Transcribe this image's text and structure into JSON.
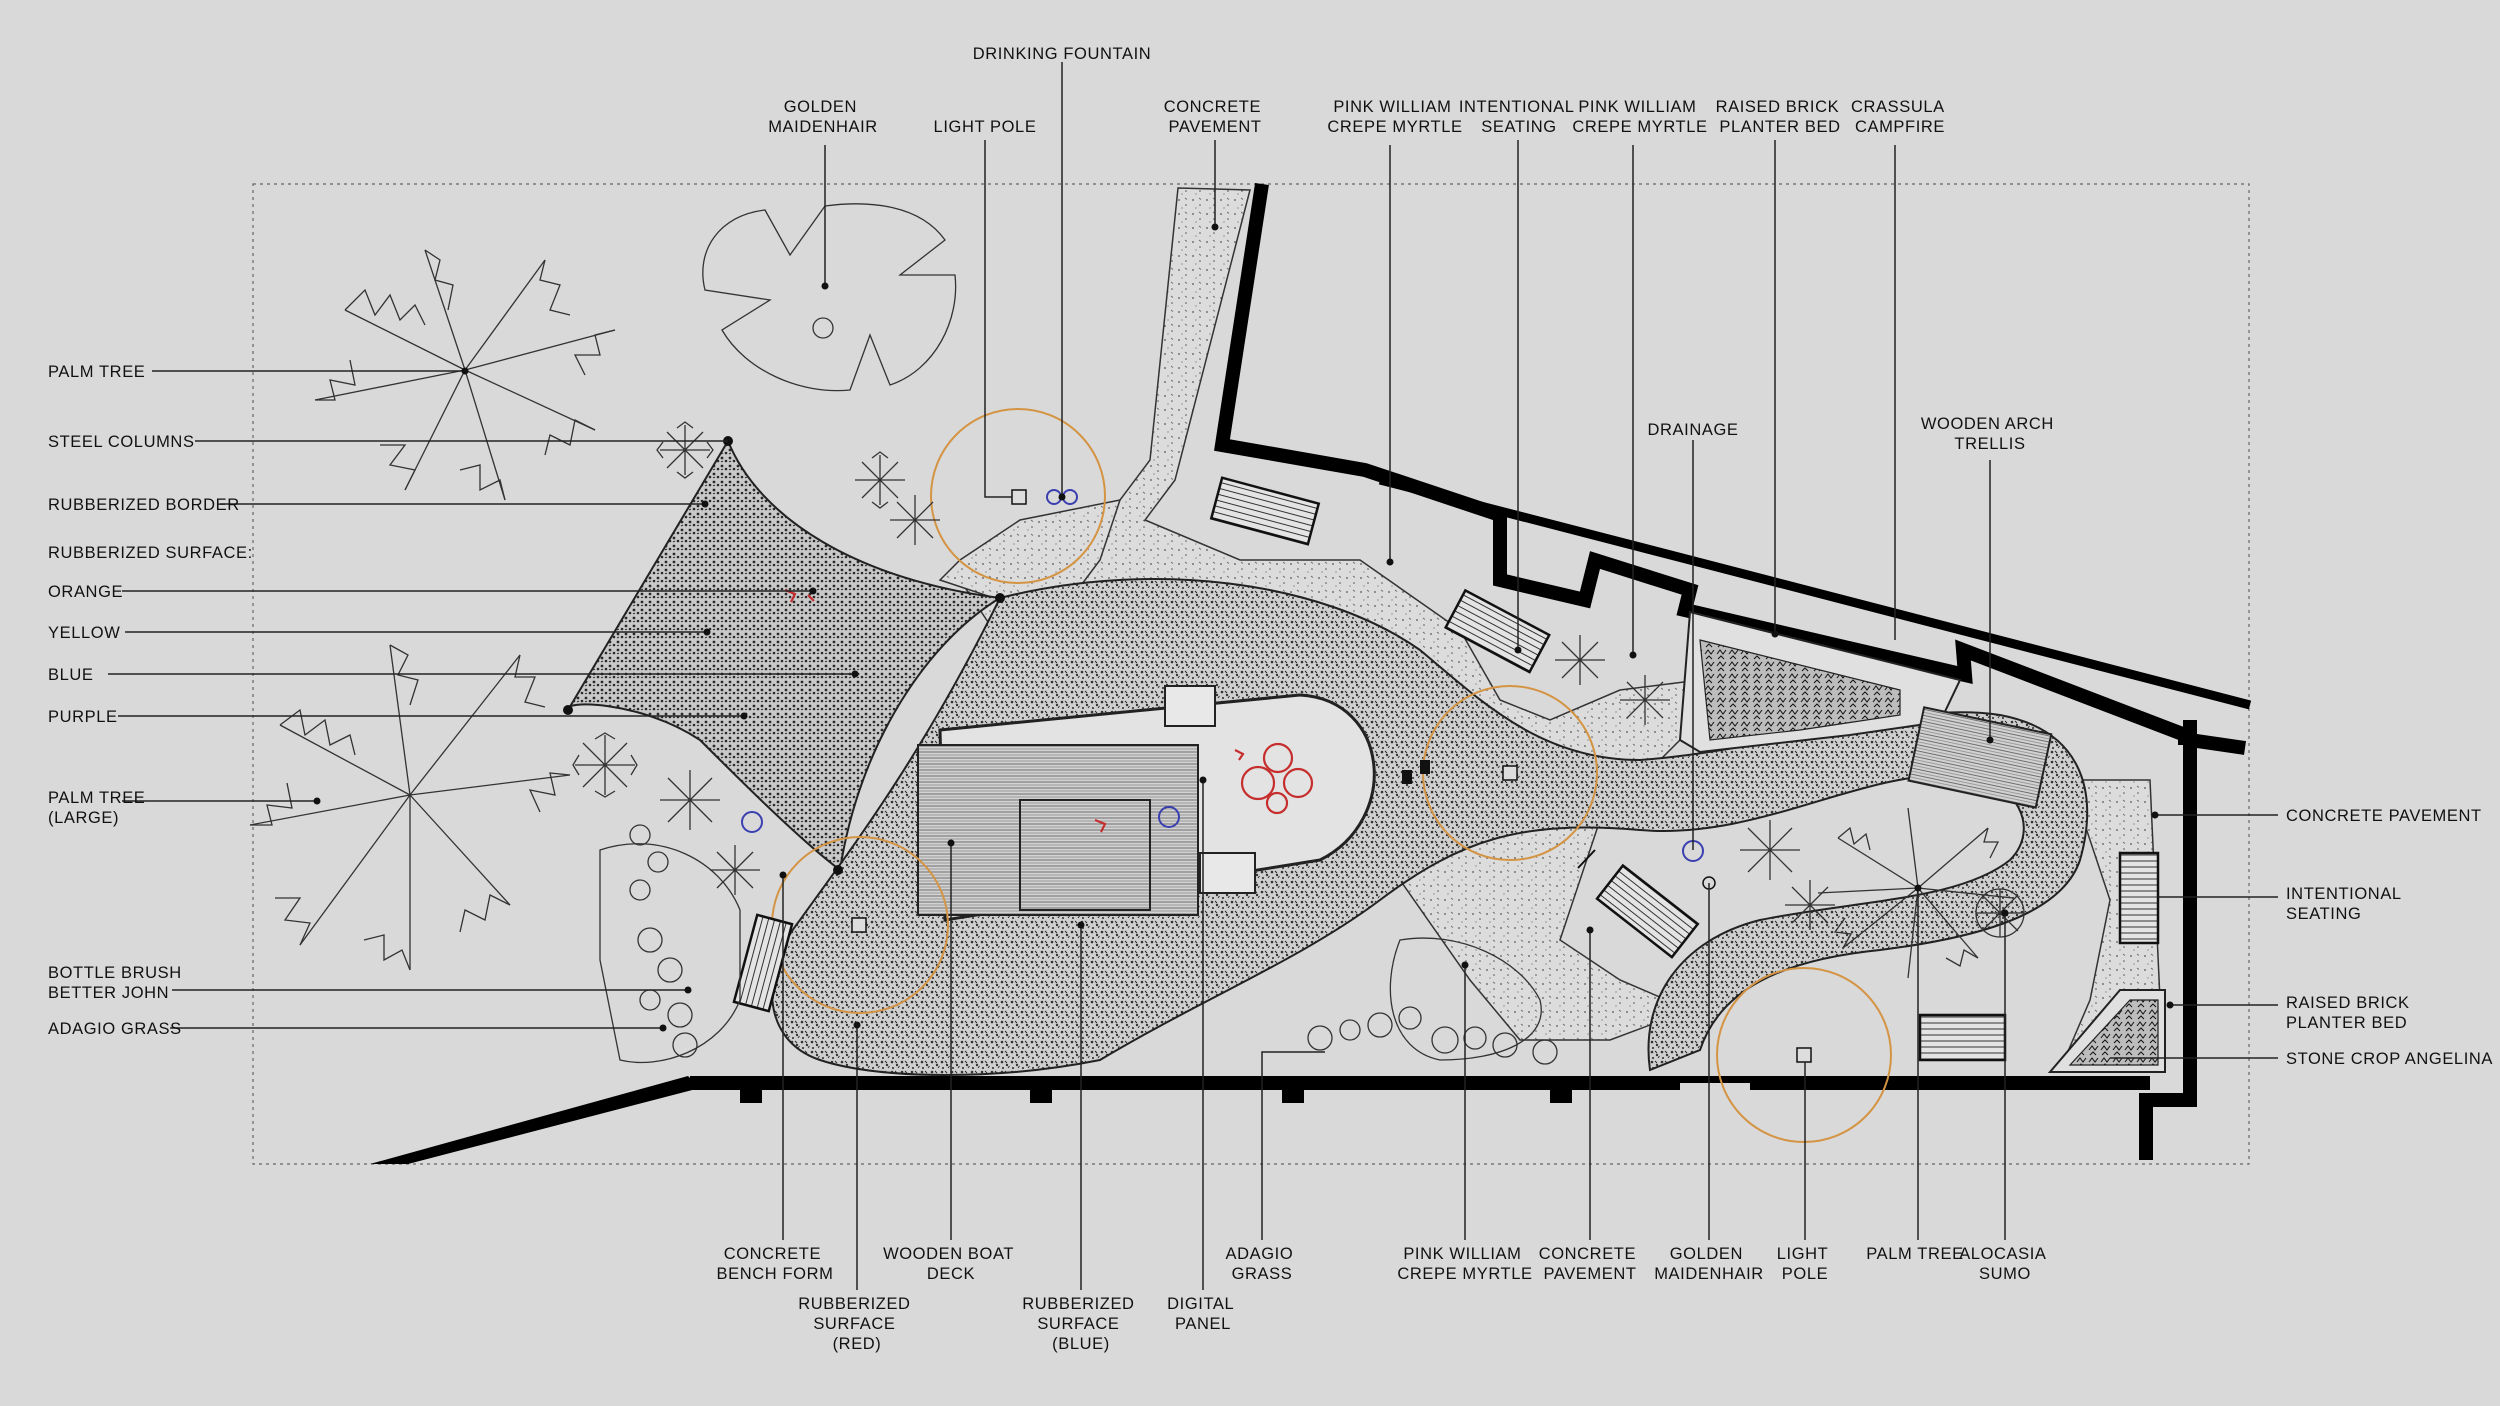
{
  "labels": {
    "drinking_fountain": "DRINKING FOUNTAIN",
    "golden_maidenhair_top": [
      "GOLDEN",
      "MAIDENHAIR"
    ],
    "light_pole_top": "LIGHT POLE",
    "concrete_pavement_top": [
      "CONCRETE",
      "PAVEMENT"
    ],
    "pink_william_1": [
      "PINK WILLIAM",
      "CREPE MYRTLE"
    ],
    "intentional_seating_top": [
      "INTENTIONAL",
      "SEATING"
    ],
    "pink_william_2": [
      "PINK WILLIAM",
      "CREPE MYRTLE"
    ],
    "raised_brick_top": [
      "RAISED BRICK",
      "PLANTER BED"
    ],
    "crassula": [
      "CRASSULA",
      "CAMPFIRE"
    ],
    "drainage": "DRAINAGE",
    "wooden_arch": [
      "WOODEN ARCH",
      "TRELLIS"
    ],
    "palm_tree_left": "PALM TREE",
    "steel_columns": "STEEL COLUMNS",
    "rubberized_border": "RUBBERIZED BORDER",
    "rubberized_surface": "RUBBERIZED SURFACE:",
    "orange": "ORANGE",
    "yellow": "YELLOW",
    "blue": "BLUE",
    "purple": "PURPLE",
    "palm_tree_large": [
      "PALM TREE",
      "(LARGE)"
    ],
    "bottle_brush": [
      "BOTTLE BRUSH",
      "BETTER JOHN"
    ],
    "adagio_grass_left": "ADAGIO GRASS",
    "concrete_pavement_right": "CONCRETE PAVEMENT",
    "intentional_seating_right": [
      "INTENTIONAL",
      "SEATING"
    ],
    "raised_brick_right": [
      "RAISED BRICK",
      "PLANTER BED"
    ],
    "stone_crop": "STONE CROP ANGELINA",
    "concrete_bench_form": [
      "CONCRETE",
      "BENCH FORM"
    ],
    "rubberized_red": [
      "RUBBERIZED",
      "SURFACE",
      "(RED)"
    ],
    "wooden_boat_deck": [
      "WOODEN BOAT",
      "DECK"
    ],
    "rubberized_blue": [
      "RUBBERIZED",
      "SURFACE",
      "(BLUE)"
    ],
    "digital_panel": [
      "DIGITAL",
      "PANEL"
    ],
    "adagio_grass_bottom": [
      "ADAGIO",
      "GRASS"
    ],
    "pink_william_bottom": [
      "PINK WILLIAM",
      "CREPE MYRTLE"
    ],
    "concrete_pavement_bottom": [
      "CONCRETE",
      "PAVEMENT"
    ],
    "golden_maidenhair_bottom": [
      "GOLDEN",
      "MAIDENHAIR"
    ],
    "light_pole_bottom": [
      "LIGHT",
      "POLE"
    ],
    "palm_tree_bottom": "PALM TREE",
    "alocasia": [
      "ALOCASIA",
      "SUMO"
    ]
  },
  "colors": {
    "background": "#d9d9d9",
    "light_radius": "#d49443",
    "blue_accent": "#3a3fb0",
    "red_accent": "#c62e2e"
  }
}
